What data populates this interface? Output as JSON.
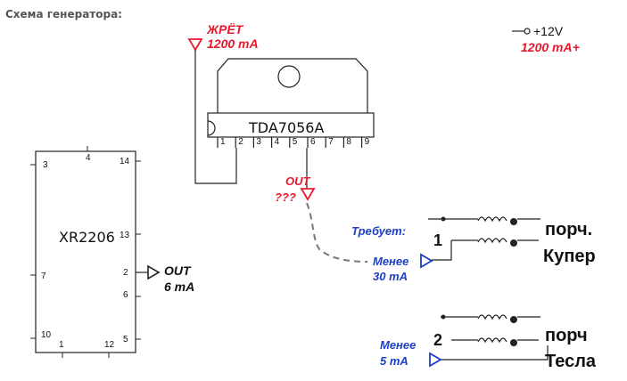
{
  "title": "Схема генератора:",
  "tda": {
    "name": "TDA7056A",
    "pins": [
      "1",
      "2",
      "3",
      "4",
      "5",
      "6",
      "7",
      "8",
      "9"
    ],
    "draw_label": "ЖРЁТ",
    "draw_current": "1200 mA",
    "out_label": "OUT",
    "out_value": "???"
  },
  "supply": {
    "voltage": "+12V",
    "current": "1200 mA+"
  },
  "xr": {
    "name": "XR2206",
    "pins": [
      "3",
      "4",
      "14",
      "13",
      "7",
      "2",
      "6",
      "10",
      "1",
      "12",
      "5"
    ],
    "out_label": "OUT",
    "out_value": "6 mA"
  },
  "cooper": {
    "requires": "Требует:",
    "number": "1",
    "less": "Менее",
    "current": "30 mA",
    "name1": "порч.",
    "name2": "Купер"
  },
  "tesla": {
    "number": "2",
    "less": "Менее",
    "current": "5 mA",
    "name1": "порч",
    "name2": "Тесла"
  },
  "colors": {
    "red": "#e8192c",
    "blue": "#1d3fc4",
    "grey": "#555555"
  }
}
